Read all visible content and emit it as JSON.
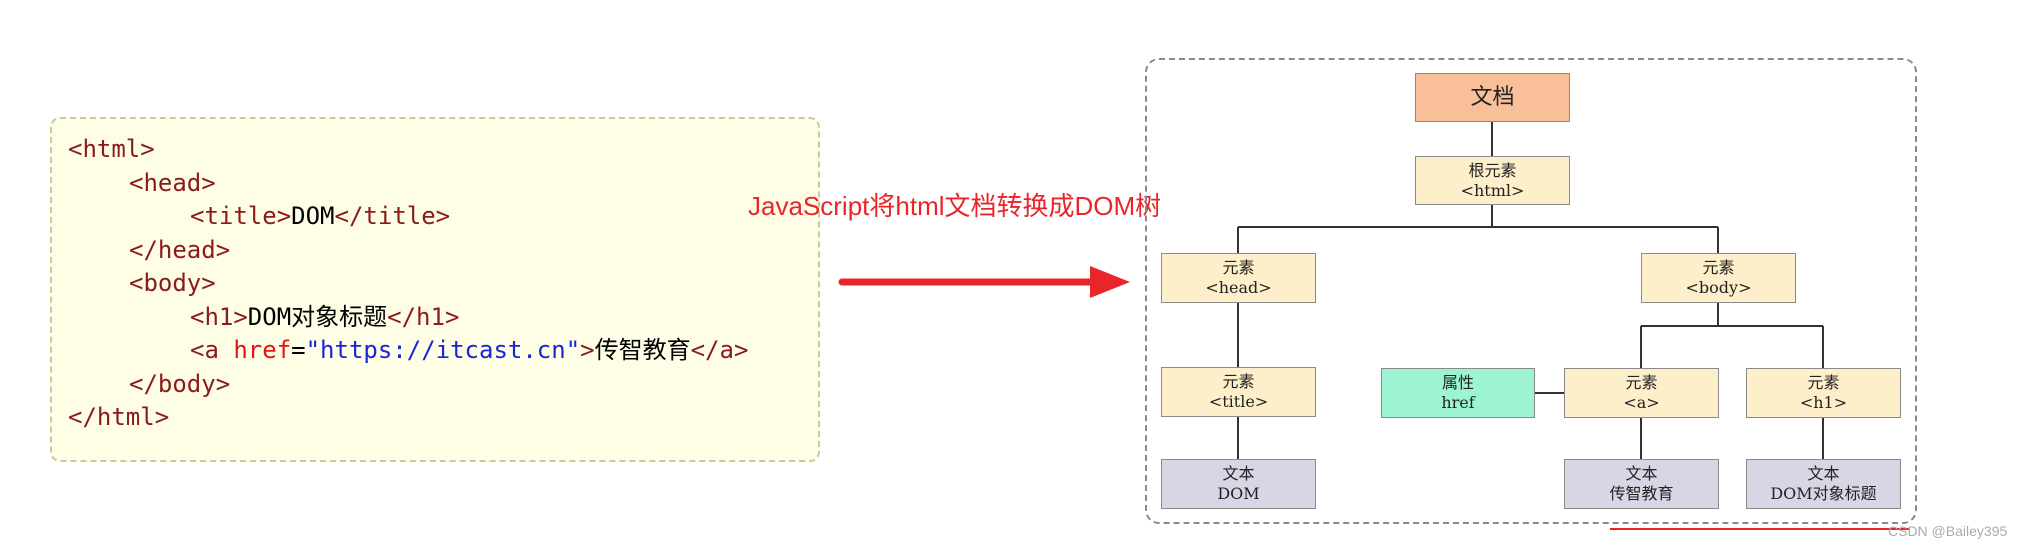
{
  "code": {
    "lines": [
      {
        "indent": 0,
        "parts": [
          {
            "t": "<html>",
            "c": "tag"
          }
        ]
      },
      {
        "indent": 1,
        "parts": [
          {
            "t": "<head>",
            "c": "tag"
          }
        ]
      },
      {
        "indent": 2,
        "parts": [
          {
            "t": "<title>",
            "c": "tag"
          },
          {
            "t": "DOM",
            "c": "txt"
          },
          {
            "t": "</title>",
            "c": "tag"
          }
        ]
      },
      {
        "indent": 1,
        "parts": [
          {
            "t": "</head>",
            "c": "tag"
          }
        ]
      },
      {
        "indent": 1,
        "parts": [
          {
            "t": "<body>",
            "c": "tag"
          }
        ]
      },
      {
        "indent": 2,
        "parts": [
          {
            "t": "<h1>",
            "c": "tag"
          },
          {
            "t": "DOM对象标题",
            "c": "txt"
          },
          {
            "t": "</h1>",
            "c": "tag"
          }
        ]
      },
      {
        "indent": 2,
        "parts": [
          {
            "t": "<a ",
            "c": "tag"
          },
          {
            "t": "href",
            "c": "attr"
          },
          {
            "t": "=",
            "c": "txt"
          },
          {
            "t": "\"https://itcast.cn\"",
            "c": "str"
          },
          {
            "t": ">",
            "c": "tag"
          },
          {
            "t": "传智教育",
            "c": "txt"
          },
          {
            "t": "</a>",
            "c": "tag"
          }
        ]
      },
      {
        "indent": 1,
        "parts": [
          {
            "t": "</body>",
            "c": "tag"
          }
        ]
      },
      {
        "indent": 0,
        "parts": [
          {
            "t": "</html>",
            "c": "tag"
          }
        ]
      }
    ]
  },
  "annotation": "JavaScript将html文档转换成DOM树",
  "tree": {
    "doc": {
      "line1": "文档"
    },
    "root": {
      "line1": "根元素",
      "line2": "<html>"
    },
    "head": {
      "line1": "元素",
      "line2": "<head>"
    },
    "body": {
      "line1": "元素",
      "line2": "<body>"
    },
    "title": {
      "line1": "元素",
      "line2": "<title>"
    },
    "attr_href": {
      "line1": "属性",
      "line2": "href"
    },
    "a": {
      "line1": "元素",
      "line2": "<a>"
    },
    "h1": {
      "line1": "元素",
      "line2": "<h1>"
    },
    "text_dom": {
      "line1": "文本",
      "line2": "DOM"
    },
    "text_a": {
      "line1": "文本",
      "line2": "传智教育"
    },
    "text_h1": {
      "line1": "文本",
      "line2": "DOM对象标题"
    }
  },
  "colors": {
    "arrow": "#e8262a",
    "document_node": "#f8bf98",
    "element_node": "#fdefca",
    "attribute_node": "#9df4d2",
    "text_node": "#dad5e5"
  },
  "watermark": "CSDN @Bailey395"
}
